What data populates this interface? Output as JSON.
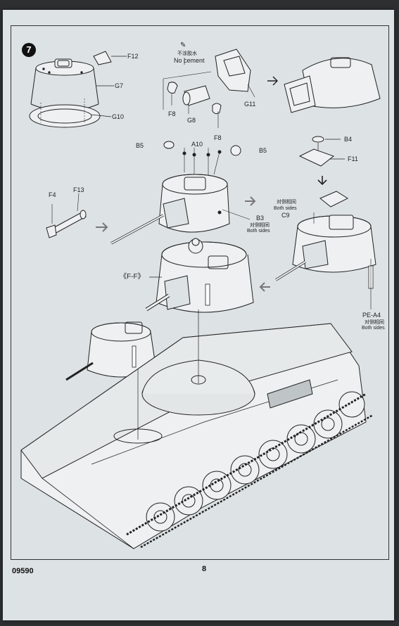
{
  "step": {
    "number": "7"
  },
  "no_cement": {
    "chinese": "不涂胶水",
    "english": "No cement"
  },
  "parts": {
    "f12": "F12",
    "g7": "G7",
    "g10": "G10",
    "f8_left": "F8",
    "g8": "G8",
    "f8_bottom": "F8",
    "g11": "G11",
    "b4": "B4",
    "f11": "F11",
    "b5_left": "B5",
    "a10": "A10",
    "b5_right": "B5",
    "f4": "F4",
    "f13": "F13",
    "b3": "B3",
    "c9": "C9",
    "pe_a4": "PE-A4"
  },
  "both_sides": {
    "b3": {
      "chinese": "对侧相同",
      "english": "Both sides"
    },
    "c9": {
      "chinese": "对侧相同",
      "english": "Both sides"
    },
    "pe_a4": {
      "chinese": "对侧相同",
      "english": "Both sides"
    }
  },
  "marking": {
    "ff": "《F-F》"
  },
  "footer": {
    "code": "09590",
    "page": "8"
  }
}
